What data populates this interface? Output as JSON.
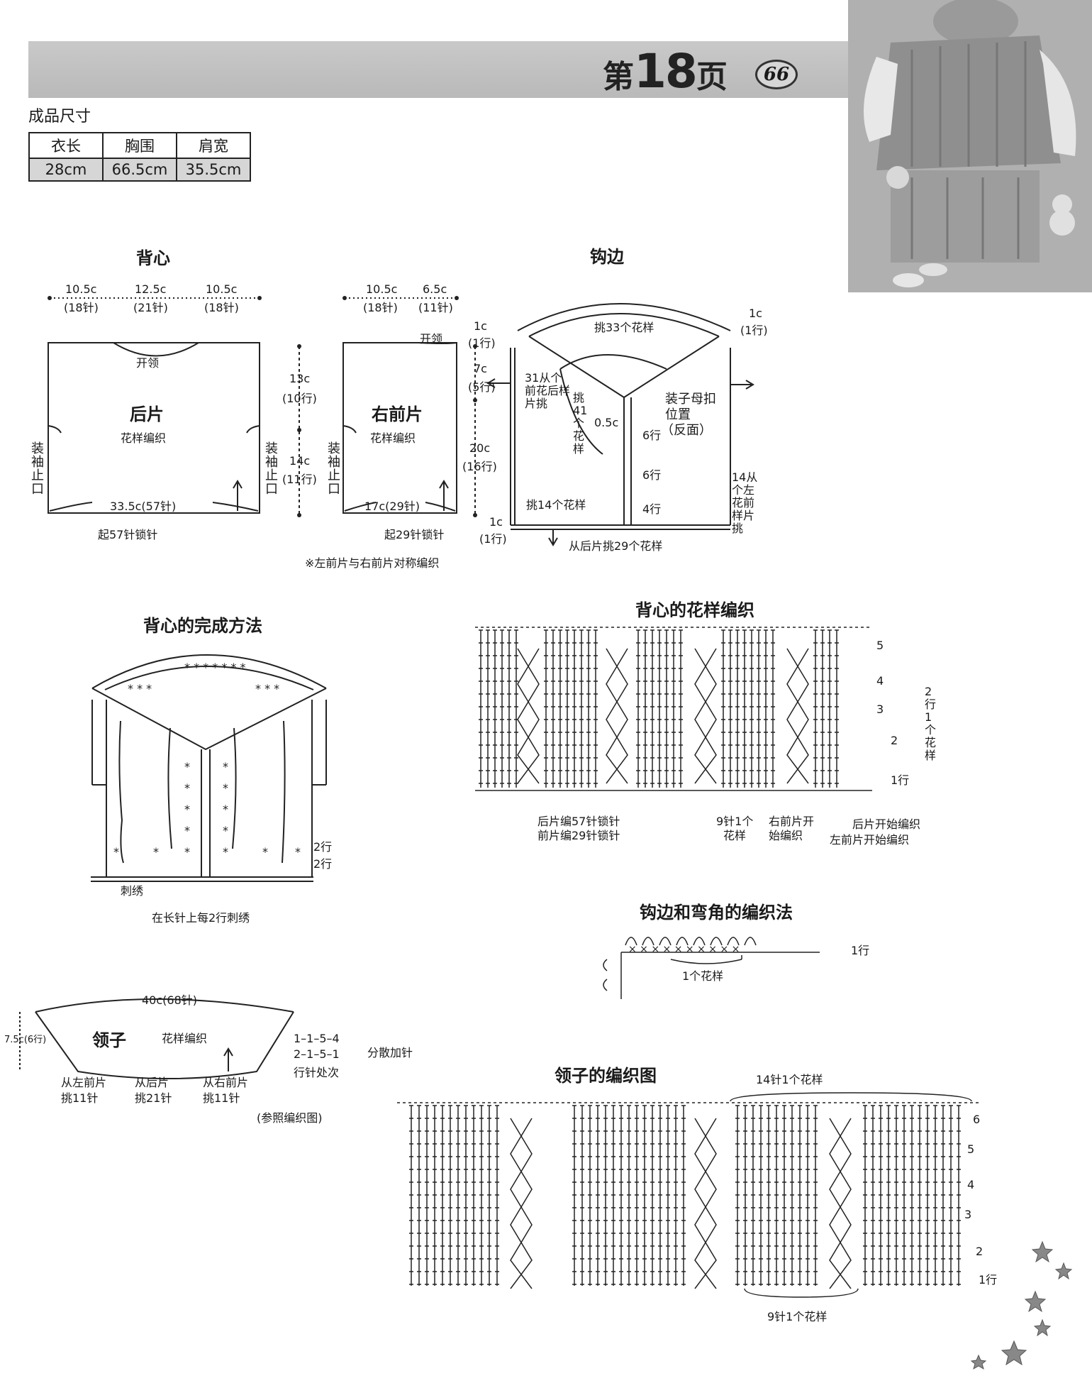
{
  "header": {
    "page_prefix": "第",
    "page_number": "18",
    "page_suffix": "页",
    "badge": "66"
  },
  "size_table": {
    "title": "成品尺寸",
    "headers": [
      "衣长",
      "胸围",
      "肩宽"
    ],
    "values": [
      "28cm",
      "66.5cm",
      "35.5cm"
    ]
  },
  "vest": {
    "title": "背心",
    "back": {
      "top_dims": [
        "10.5c",
        "12.5c",
        "10.5c"
      ],
      "top_counts": [
        "(18针)",
        "(21针)",
        "(18针)"
      ],
      "neck": "开领",
      "name": "后片",
      "pattern": "花样编织",
      "bottom": "33.5c(57针)",
      "start": "起57针锁针",
      "sleeve_stop_left": "装袖止口",
      "sleeve_stop_right": "装袖止口",
      "upper_height": "13c",
      "upper_rows": "(10行)",
      "lower_height": "14c",
      "lower_rows": "(11行)"
    },
    "front": {
      "top_dims": [
        "10.5c",
        "6.5c"
      ],
      "top_counts": [
        "(18针)",
        "(11针)"
      ],
      "neck": "开领",
      "name": "右前片",
      "pattern": "花样编织",
      "bottom": "17c(29针)",
      "start": "起29针锁针",
      "sleeve_stop": "装袖止口"
    },
    "note": "※左前片与右前片对称编织"
  },
  "edging": {
    "title": "钩边",
    "labels": {
      "top1": "1c",
      "top1_rows": "(1行)",
      "mid7": "7c",
      "mid7_rows": "(5行)",
      "mid20": "20c",
      "mid20_rows": "(16行)",
      "bot1": "1c",
      "bot1_rows": "(1行)",
      "right1": "1c",
      "right1_rows": "(1行)",
      "collar_pick": "挑33个花样",
      "pick31": "31从个前花后样片挑",
      "pick41": "挑41个花样",
      "half_c": "0.5c",
      "r6a": "6行",
      "r6b": "6行",
      "r4": "4行",
      "button": "装子母扣",
      "button_pos": "位置",
      "button_back": "（反面）",
      "pick14": "挑14个花样",
      "pick14_right": "14从个左花前样片挑",
      "pick29": "从后片挑29个花样"
    }
  },
  "finish": {
    "title": "背心的完成方法",
    "rows2a": "2行",
    "rows2b": "2行",
    "embroidery": "刺绣",
    "caption": "在长针上每2行刺绣"
  },
  "vest_pattern": {
    "title": "背心的花样编织",
    "rows": [
      "5",
      "4",
      "3",
      "2",
      "1行"
    ],
    "repeat": "2行1个花样",
    "back_start": "后片编57针锁针",
    "front_start": "前片编29针锁针",
    "nine_st": "9针1个",
    "nine_st2": "花样",
    "right_front": "右前片开",
    "right_front2": "始编织",
    "back_begin": "后片开始编织",
    "left_front": "左前片开始编织"
  },
  "edge_corner": {
    "title": "钩边和弯角的编织法",
    "row": "1行",
    "repeat": "1个花样"
  },
  "collar": {
    "top": "40c(68针)",
    "height": "7.5c(6行)",
    "name": "领子",
    "pattern": "花样编织",
    "inc1": "1–1–5–4",
    "inc2": "2–1–5–1",
    "inc3": "行针处次",
    "inc_label": "分散加针",
    "from_left": "从左前片",
    "from_left2": "挑11针",
    "from_back": "从后片",
    "from_back2": "挑21针",
    "from_right": "从右前片",
    "from_right2": "挑11针",
    "ref": "(参照编织图)"
  },
  "collar_chart": {
    "title": "领子的编织图",
    "top_repeat": "14针1个花样",
    "bottom_repeat": "9针1个花样",
    "rows": [
      "6",
      "5",
      "4",
      "3",
      "2",
      "1行"
    ]
  }
}
